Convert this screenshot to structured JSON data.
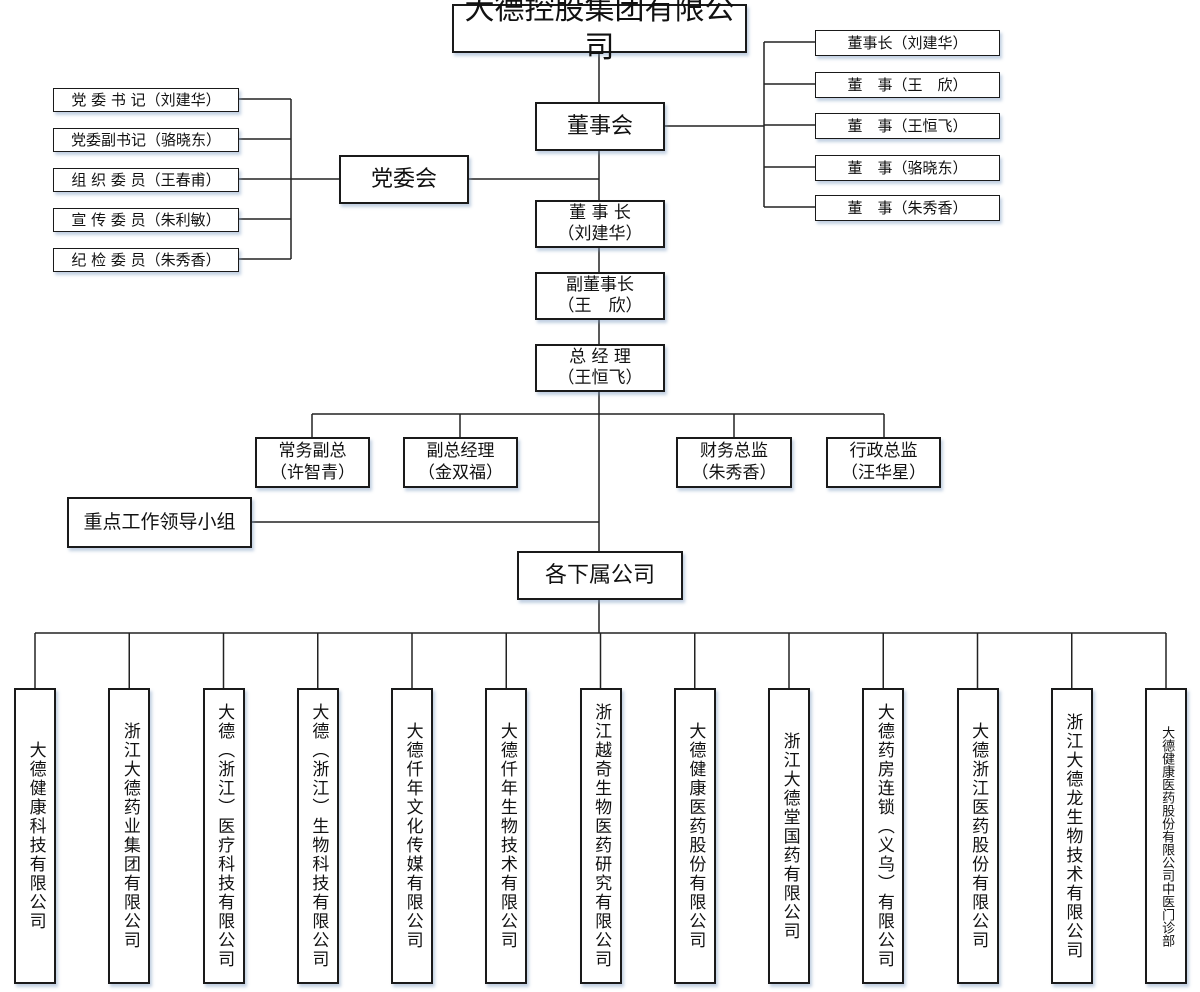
{
  "root": "大德控股集团有限公司",
  "board": {
    "label": "董事会",
    "members": [
      "董事长（刘建华）",
      "董　事（王　欣）",
      "董　事（王恒飞）",
      "董　事（骆晓东）",
      "董　事（朱秀香）"
    ]
  },
  "party": {
    "label": "党委会",
    "members": [
      "党 委 书 记（刘建华）",
      "党委副书记（骆晓东）",
      "组 织 委 员（王春甫）",
      "宣 传 委 员（朱利敏）",
      "纪 检 委 员（朱秀香）"
    ]
  },
  "chairman": {
    "title": "董 事 长",
    "name": "（刘建华）"
  },
  "vice_chairman": {
    "title": "副董事长",
    "name": "（王　欣）"
  },
  "gm": {
    "title": "总 经 理",
    "name": "（王恒飞）"
  },
  "executives": [
    {
      "title": "常务副总",
      "name": "（许智青）"
    },
    {
      "title": "副总经理",
      "name": "（金双福）"
    },
    {
      "title": "财务总监",
      "name": "（朱秀香）"
    },
    {
      "title": "行政总监",
      "name": "（汪华星）"
    }
  ],
  "key_group": "重点工作领导小组",
  "subsidiaries_label": "各下属公司",
  "subsidiaries": [
    "大德健康科技有限公司",
    "浙江大德药业集团有限公司",
    "大德（浙江）医疗科技有限公司",
    "大德（浙江）生物科技有限公司",
    "大德仟年文化传媒有限公司",
    "大德仟年生物技术有限公司",
    "浙江越奇生物医药研究有限公司",
    "大德健康医药股份有限公司",
    "浙江大德堂国药有限公司",
    "大德药房连锁（义乌）有限公司",
    "大德浙江医药股份有限公司",
    "浙江大德龙生物技术有限公司",
    "大德健康医药股份有限公司中医门诊部"
  ]
}
